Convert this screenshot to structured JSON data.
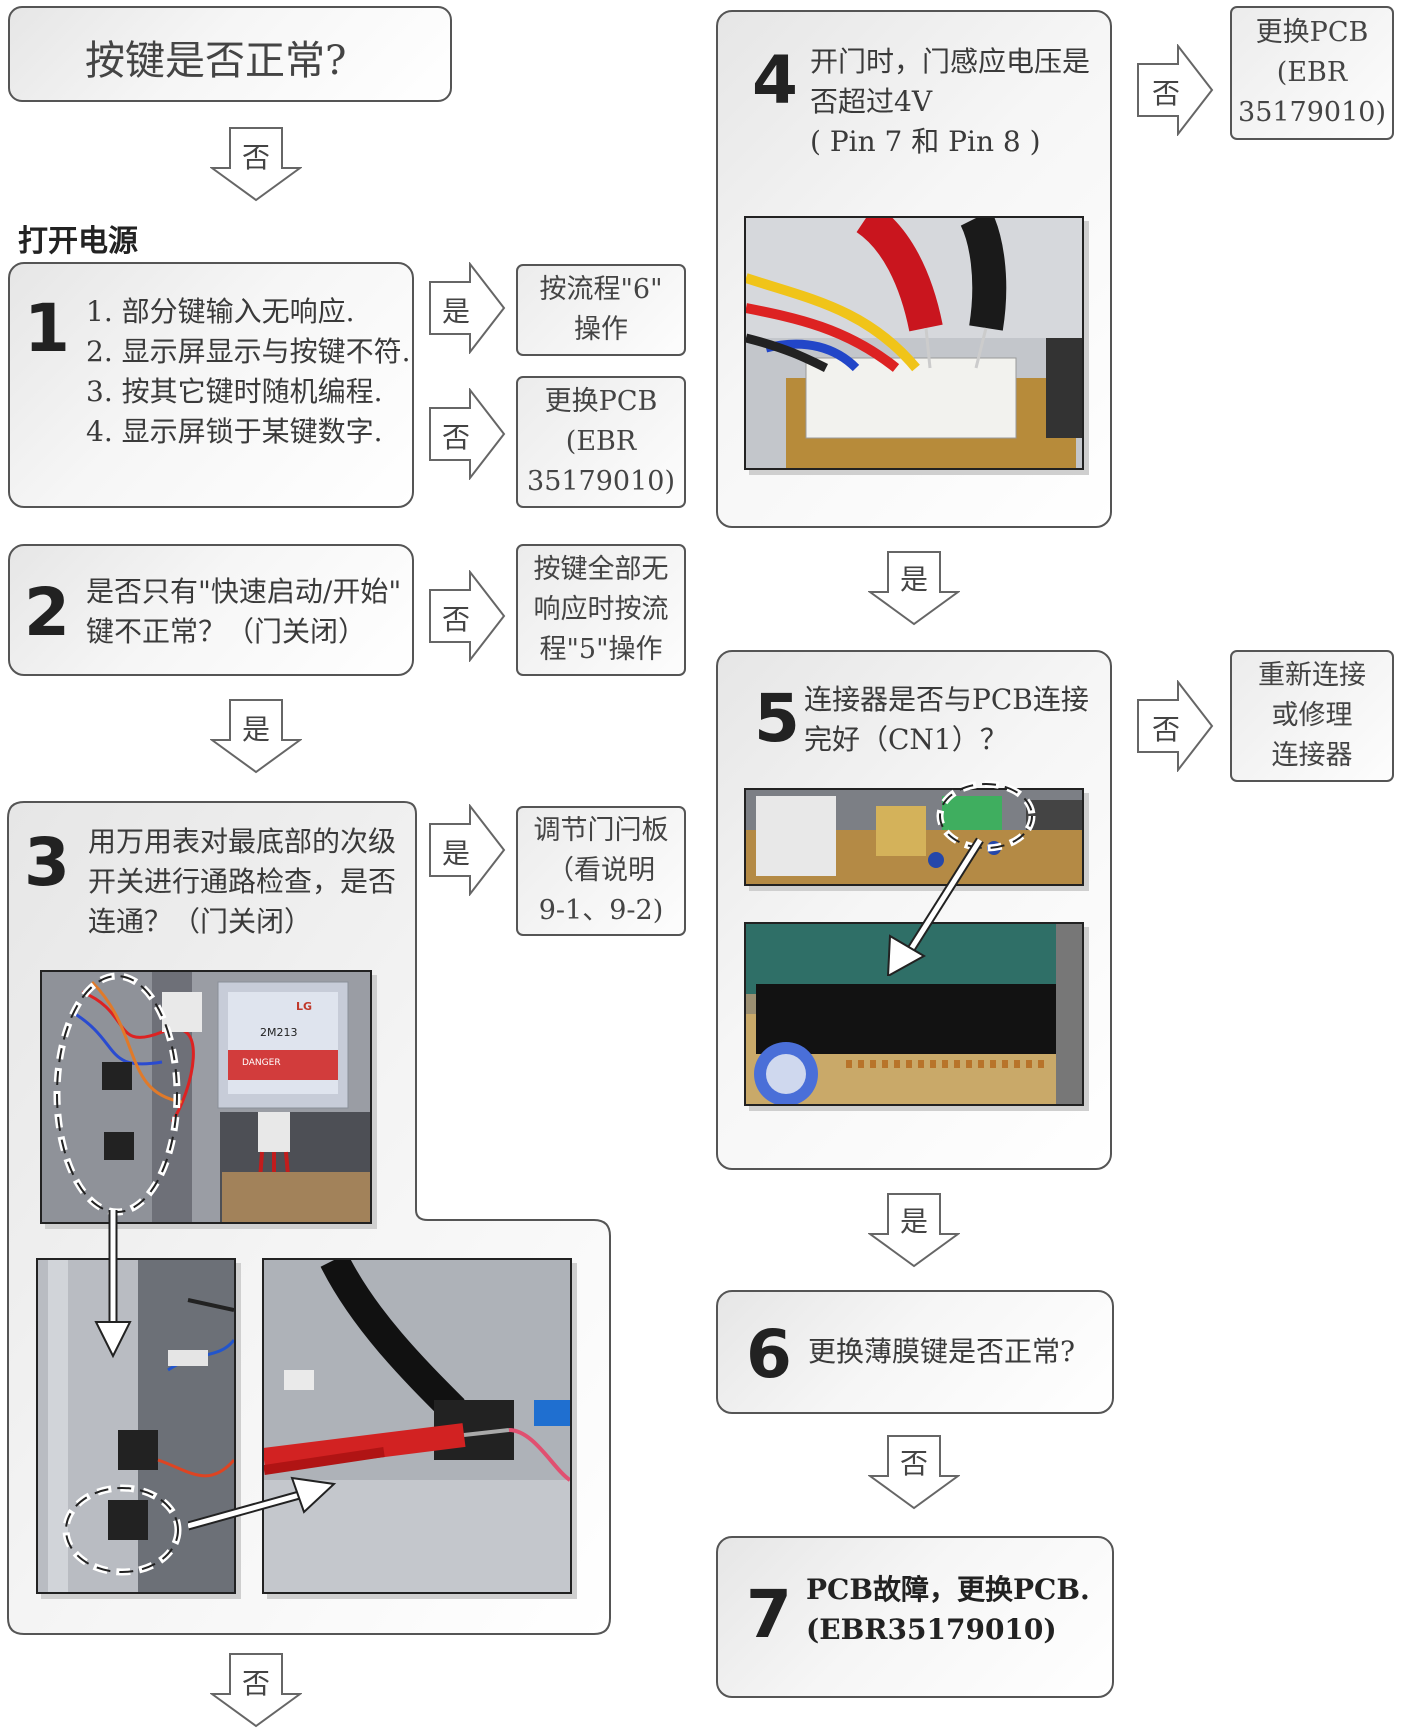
{
  "start_question": "按键是否正常?",
  "power_on": "打开电源",
  "steps": [
    {
      "num": "1",
      "lines": [
        "1. 部分键输入无响应.",
        "2. 显示屏显示与按键不符.",
        "3. 按其它键时随机编程.",
        "4. 显示屏锁于某键数字."
      ]
    },
    {
      "num": "2",
      "lines": [
        "是否只有\"快速启动/开始\"",
        "键不正常？（门关闭）"
      ]
    },
    {
      "num": "3",
      "lines": [
        "用万用表对最底部的次级",
        "开关进行通路检查，是否",
        "连通？（门关闭）"
      ]
    },
    {
      "num": "4",
      "lines": [
        "开门时，门感应电压是",
        "否超过4V",
        "( Pin 7 和 Pin 8 )"
      ]
    },
    {
      "num": "5",
      "lines": [
        "连接器是否与PCB连接",
        "完好（CN1）？"
      ]
    },
    {
      "num": "6",
      "lines": [
        "更换薄膜键是否正常?"
      ]
    },
    {
      "num": "7",
      "lines": [
        "PCB故障，更换PCB.",
        "(EBR35179010)"
      ]
    }
  ],
  "results": {
    "r1_yes": [
      "按流程\"6\"",
      "操作"
    ],
    "r1_no": [
      "更换PCB",
      "(EBR",
      "35179010)"
    ],
    "r2_no": [
      "按键全部无",
      "响应时按流",
      "程\"5\"操作"
    ],
    "r3_yes": [
      "调节门闩板",
      "（看说明",
      "9-1、9-2)"
    ],
    "r4_no": [
      "更换PCB",
      "(EBR",
      "35179010)"
    ],
    "r5_no": [
      "重新连接",
      "或修理",
      "连接器"
    ]
  },
  "arrow_labels": {
    "yes": "是",
    "no": "否"
  },
  "photo_labels": {
    "magnetron_brand": "LG",
    "magnetron_model": "2M213",
    "magnetron_warning": "DANGER"
  }
}
